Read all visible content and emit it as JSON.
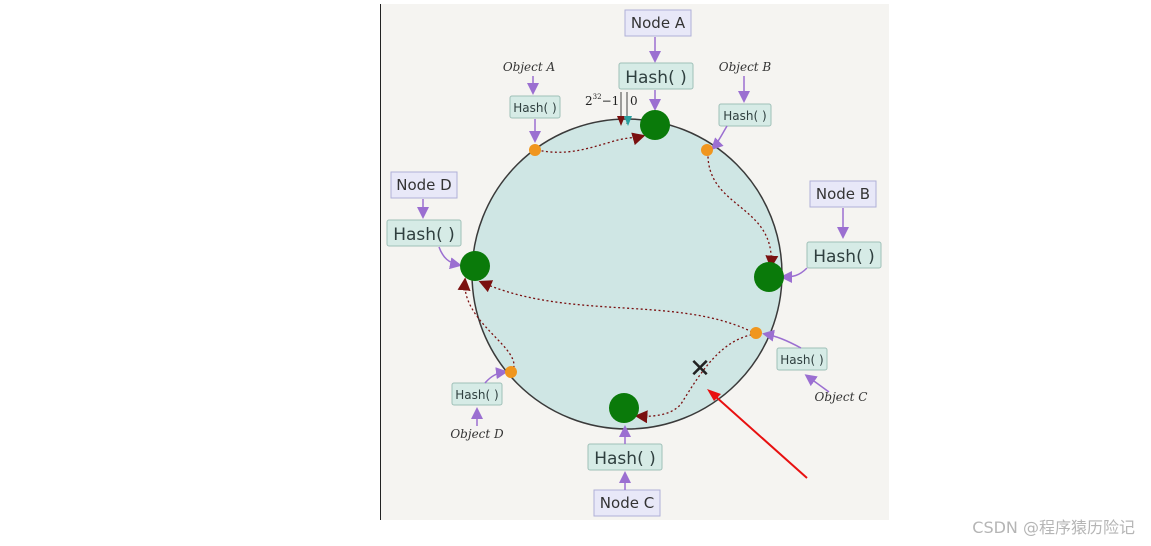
{
  "nodes": [
    {
      "id": "a",
      "label": "Node A",
      "hash_label": "Hash( )"
    },
    {
      "id": "b",
      "label": "Node B",
      "hash_label": "Hash( )"
    },
    {
      "id": "c",
      "label": "Node C",
      "hash_label": "Hash( )"
    },
    {
      "id": "d",
      "label": "Node D",
      "hash_label": "Hash( )"
    }
  ],
  "objects": [
    {
      "id": "a",
      "label": "Object A",
      "hash_label": "Hash( )"
    },
    {
      "id": "b",
      "label": "Object B",
      "hash_label": "Hash( )"
    },
    {
      "id": "c",
      "label": "Object C",
      "hash_label": "Hash( )"
    },
    {
      "id": "d",
      "label": "Object D",
      "hash_label": "Hash( )"
    }
  ],
  "ring": {
    "start_label": "0",
    "end_label_base": "2",
    "end_label_exp": "32",
    "end_label_suffix": "−1",
    "removed_marker": "✕"
  },
  "colors": {
    "ring_fill": "#cfe6e4",
    "ring_stroke": "#3a3a3a",
    "node_fill": "#0a7a0a",
    "object_fill": "#f0961e",
    "hash_box_fill": "#d6ebe6",
    "node_box_fill": "#e8e8f8",
    "arrow_purple": "#9b6fd1",
    "path_dark_red": "#7a1010",
    "pointer_red": "#e81010"
  },
  "watermark": "CSDN @程序猿历险记"
}
